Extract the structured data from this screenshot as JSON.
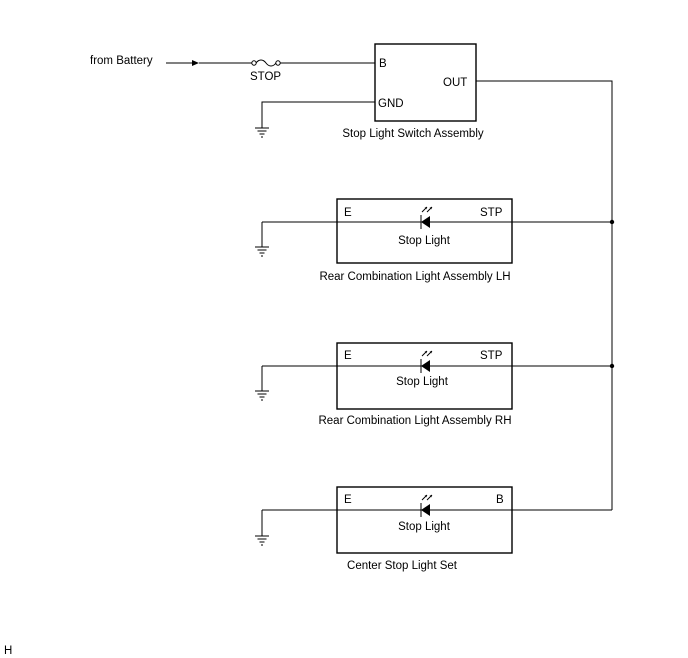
{
  "battery_label": "from Battery",
  "fuse_label": "STOP",
  "switch": {
    "title": "Stop Light Switch Assembly",
    "pin_b": "B",
    "pin_gnd": "GND",
    "pin_out": "OUT"
  },
  "rear_lh": {
    "title": "Rear Combination Light Assembly LH",
    "pin_e": "E",
    "pin_stp": "STP",
    "light_label": "Stop Light"
  },
  "rear_rh": {
    "title": "Rear Combination Light Assembly RH",
    "pin_e": "E",
    "pin_stp": "STP",
    "light_label": "Stop Light"
  },
  "center": {
    "title": "Center Stop Light Set",
    "pin_e": "E",
    "pin_b": "B",
    "light_label": "Stop Light"
  },
  "corner_mark": "H"
}
